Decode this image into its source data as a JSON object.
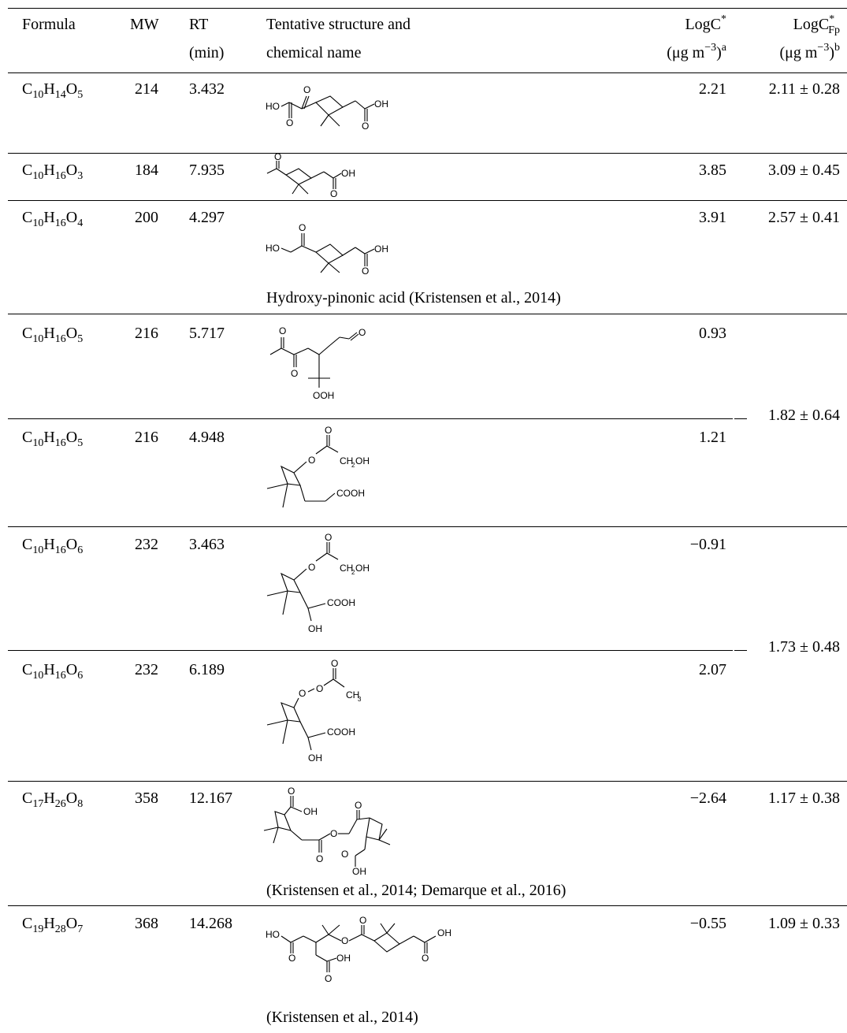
{
  "header": {
    "formula": "Formula",
    "mw": "MW",
    "rt_line1": "RT",
    "rt_line2": "(min)",
    "struct_line1": "Tentative structure and",
    "struct_line2": "chemical name",
    "logc_main": "LogC",
    "logc_star": "*",
    "logc_unit_prefix": "(μg m",
    "logc_unit_exp": "−3",
    "logc_unit_suffix": ")",
    "logc_note": "a",
    "logcfp_main": "LogC",
    "logcfp_star": "*",
    "logcfp_sub": "Fp",
    "logcfp_unit_prefix": "(μg m",
    "logcfp_unit_exp": "−3",
    "logcfp_unit_suffix": ")",
    "logcfp_note": "b"
  },
  "rows": [
    {
      "f_c": "10",
      "f_h": "14",
      "f_o": "5",
      "mw": "214",
      "rt": "3.432",
      "name": "",
      "logc": "2.21",
      "logcfp": "2.11 ± 0.28"
    },
    {
      "f_c": "10",
      "f_h": "16",
      "f_o": "3",
      "mw": "184",
      "rt": "7.935",
      "name": "",
      "logc": "3.85",
      "logcfp": "3.09 ± 0.45"
    },
    {
      "f_c": "10",
      "f_h": "16",
      "f_o": "4",
      "mw": "200",
      "rt": "4.297",
      "name": "Hydroxy-pinonic acid (Kristensen et al., 2014)",
      "logc": "3.91",
      "logcfp": "2.57 ± 0.41"
    },
    {
      "f_c": "10",
      "f_h": "16",
      "f_o": "5",
      "mw": "216",
      "rt": "5.717",
      "name": "",
      "logc": "0.93",
      "logcfp": ""
    },
    {
      "f_c": "10",
      "f_h": "16",
      "f_o": "5",
      "mw": "216",
      "rt": "4.948",
      "name": "",
      "logc": "1.21",
      "logcfp": ""
    },
    {
      "f_c": "10",
      "f_h": "16",
      "f_o": "6",
      "mw": "232",
      "rt": "3.463",
      "name": "",
      "logc": "−0.91",
      "logcfp": ""
    },
    {
      "f_c": "10",
      "f_h": "16",
      "f_o": "6",
      "mw": "232",
      "rt": "6.189",
      "name": "",
      "logc": "2.07",
      "logcfp": ""
    },
    {
      "f_c": "17",
      "f_h": "26",
      "f_o": "8",
      "mw": "358",
      "rt": "12.167",
      "name": "(Kristensen et al., 2014; Demarque et al., 2016)",
      "logc": "−2.64",
      "logcfp": "1.17 ± 0.38"
    },
    {
      "f_c": "19",
      "f_h": "28",
      "f_o": "7",
      "mw": "368",
      "rt": "14.268",
      "name": "(Kristensen et al., 2014)",
      "logc": "−0.55",
      "logcfp": "1.09 ± 0.33"
    }
  ],
  "merged_fp": {
    "rows_4_5": "1.82 ± 0.64",
    "rows_6_7": "1.73 ± 0.48"
  },
  "structure_labels": {
    "ho": "HO",
    "oh": "OH",
    "o": "O",
    "ooh": "OOH",
    "ch2oh": "CH",
    "ch2oh_sub": "2",
    "ch2oh_tail": "OH",
    "cooh": "COOH",
    "ch3": "CH",
    "ch3_sub": "3"
  }
}
